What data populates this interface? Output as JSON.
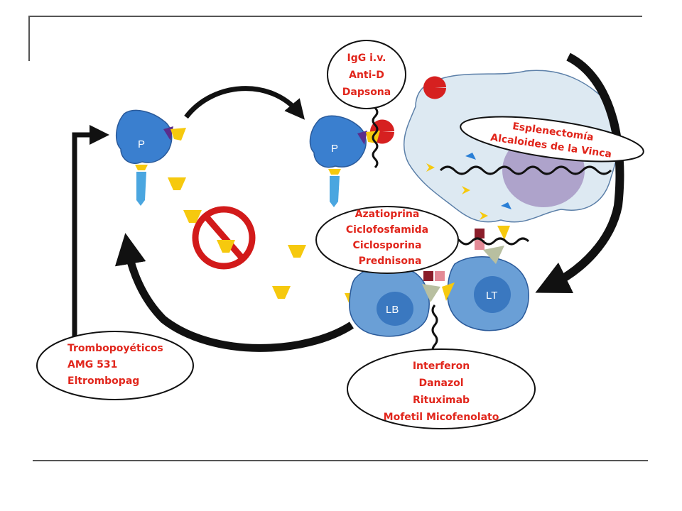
{
  "colors": {
    "label_text": "#e1261c",
    "platelet": "#3a7fcf",
    "platelet_dark": "#2a5a9a",
    "antibody": "#f6c90e",
    "macrophage": "#dde9f2",
    "nucleus": "#a89bc6",
    "lymphocyte": "#6a9fd6",
    "receptor_red": "#d62020",
    "arrow": "#111111"
  },
  "cells": {
    "platelet_left": "P",
    "platelet_right": "P",
    "b_cell": "LB",
    "t_cell": "LT"
  },
  "labels": {
    "igg": [
      "IgG  i.v.",
      "Anti-D",
      "Dapsona"
    ],
    "spleen": [
      "Esplenectomía",
      "Alcaloides de la Vinca"
    ],
    "immuno": [
      "Azatioprina",
      "Ciclofosfamida",
      "Ciclosporina",
      "Prednisona"
    ],
    "trombo": [
      "Trombopoyéticos",
      "AMG 531",
      "Eltrombopag"
    ],
    "others": [
      "Interferon",
      "Danazol",
      "Rituximab",
      "Mofetil Micofenolato"
    ]
  },
  "icons": {
    "prohibition": "no-entry-icon",
    "platelet": "platelet-icon",
    "macrophage": "macrophage-icon",
    "antibody": "antibody-icon",
    "arrow": "curved-arrow-icon"
  }
}
